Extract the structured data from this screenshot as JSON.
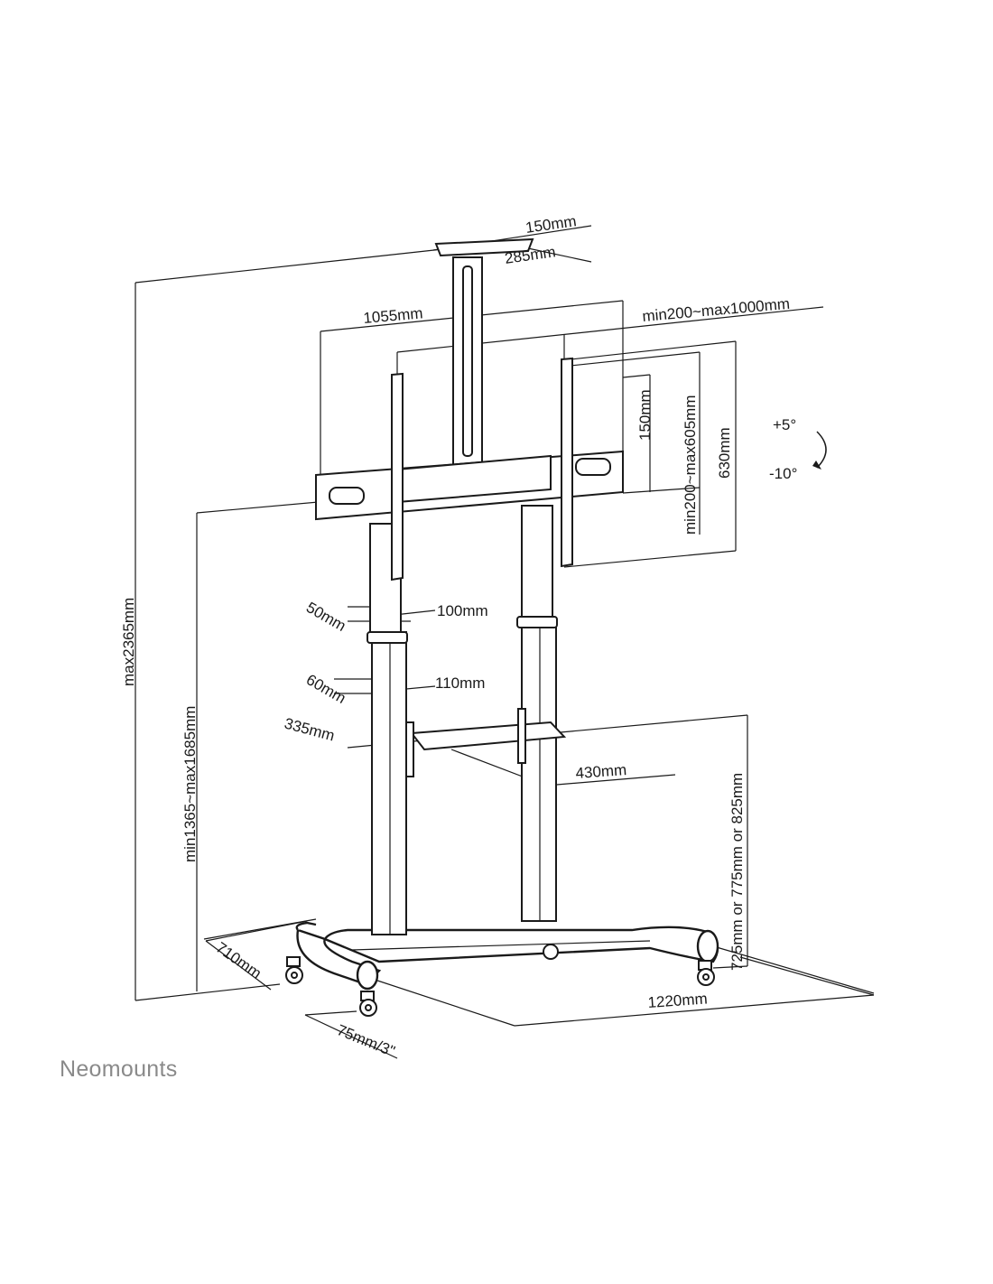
{
  "brand": {
    "name": "Neomounts",
    "color": "#8a8a8a"
  },
  "line_color": "#1a1a1a",
  "dimensions": {
    "top_plate_depth": "150mm",
    "top_plate_width": "285mm",
    "total_width": "1055mm",
    "vesa_horizontal": "min200~max1000mm",
    "rail_spacing": "150mm",
    "vesa_vertical": "min200~max605mm",
    "bracket_height": "630mm",
    "tilt_up": "+5°",
    "tilt_down": "-10°",
    "total_height": "max2365mm",
    "screen_height": "min1365~max1685mm",
    "upper_pole_depth": "50mm",
    "upper_pole_width": "100mm",
    "lower_pole_depth": "60mm",
    "lower_pole_width": "110mm",
    "shelf_depth": "335mm",
    "shelf_width": "430mm",
    "shelf_height": "725mm or 775mm or 825mm",
    "base_depth": "710mm",
    "base_width": "1220mm",
    "caster_size": "75mm/3\""
  }
}
